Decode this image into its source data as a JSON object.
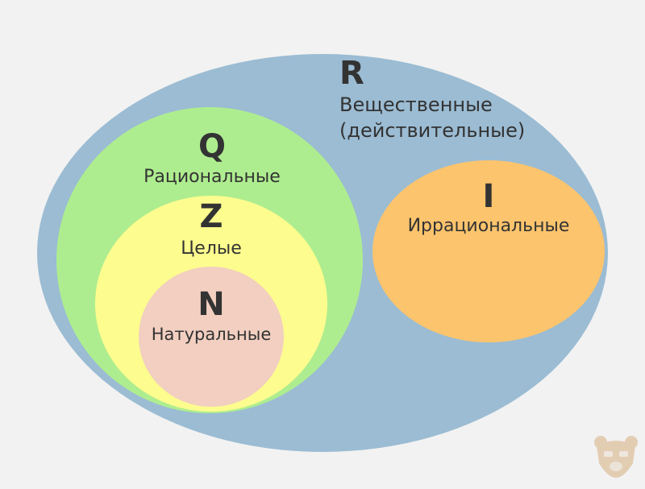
{
  "sets": {
    "real": {
      "symbol": "R",
      "label_line1": "Вещественные",
      "label_line2": "(действительные)",
      "color": "#9bbcd3"
    },
    "rational": {
      "symbol": "Q",
      "label": "Рациональные",
      "color": "#aeed8f"
    },
    "integer": {
      "symbol": "Z",
      "label": "Целые",
      "color": "#fdfc8e"
    },
    "natural": {
      "symbol": "N",
      "label": "Натуральные",
      "color": "#f2cfc0"
    },
    "irrational": {
      "symbol": "I",
      "label": "Иррациональные",
      "color": "#fcc46d"
    }
  },
  "watermark": {
    "icon": "bear-face-icon",
    "color": "#e3cdb2"
  }
}
